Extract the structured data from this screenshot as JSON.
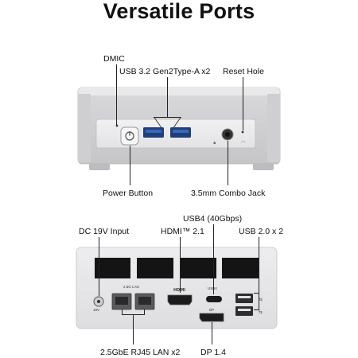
{
  "title": "Versatile Ports",
  "front": {
    "labels": {
      "dmic": "DMIC",
      "usb32": "USB 3.2 Gen2Type-A x2",
      "reset": "Reset Hole",
      "power": "Power Button",
      "jack": "3.5mm Combo Jack"
    }
  },
  "rear": {
    "labels": {
      "usb4": "USB4 (40Gbps)",
      "dc": "DC 19V Input",
      "hdmi": "HDMI™ 2.1",
      "usb20": "USB 2.0 x 2",
      "lan": "2.5GbE RJ45 LAN x2",
      "dp": "DP 1.4"
    },
    "silkscreen": {
      "lan": "2.5G LAN",
      "dc": "19V",
      "usb4": "USB4",
      "dp": "DP"
    }
  }
}
